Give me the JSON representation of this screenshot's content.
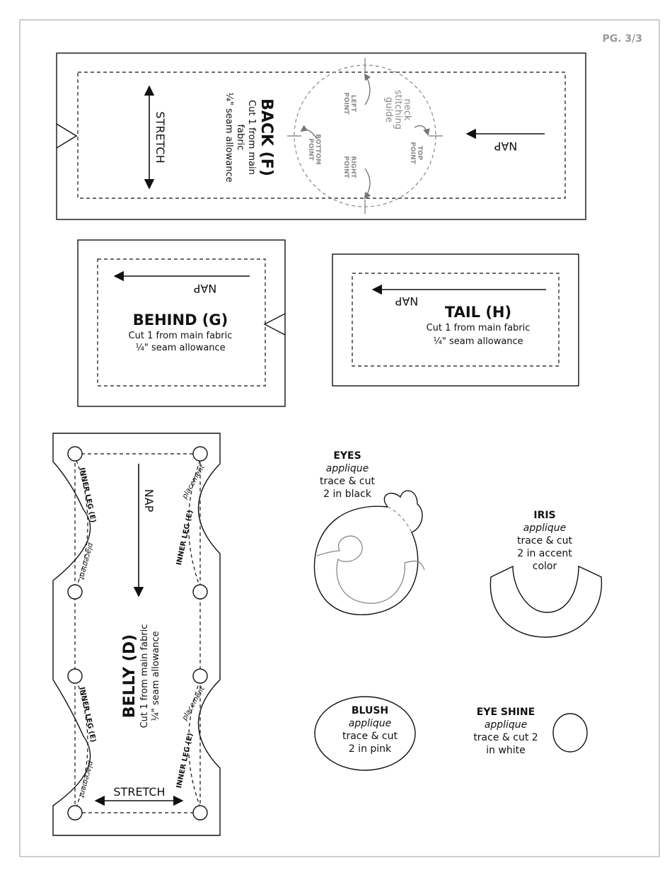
{
  "page": {
    "label": "PG. 3/3"
  },
  "back": {
    "title": "BACK (F)",
    "line1": "Cut 1 from main",
    "line2": "fabric",
    "line3": "¼\" seam allowance",
    "stretch": "STRETCH",
    "nap": "NAP",
    "guide1": "neck",
    "guide2": "stitching",
    "guide3": "guide",
    "left_point1": "LEFT",
    "left_point2": "POINT",
    "right_point1": "RIGHT",
    "right_point2": "POINT",
    "top_point1": "TOP",
    "top_point2": "POINT",
    "bottom_point1": "BOTTOM",
    "bottom_point2": "POINT"
  },
  "behind": {
    "title": "BEHIND (G)",
    "line1": "Cut 1 from main fabric",
    "line2": "¼\" seam allowance",
    "nap": "NAP"
  },
  "tail": {
    "title": "TAIL (H)",
    "line1": "Cut 1 from main fabric",
    "line2": "¼\" seam allowance",
    "nap": "NAP"
  },
  "belly": {
    "title": "BELLY (D)",
    "line1": "Cut 1 from main fabric",
    "line2": "¼\" seam allowance",
    "nap": "NAP",
    "stretch": "STRETCH",
    "inner_leg": "INNER LEG (E)",
    "placement": "placement"
  },
  "eyes": {
    "title": "EYES",
    "style": "applique",
    "line1": "trace & cut",
    "line2": "2 in black"
  },
  "iris": {
    "title": "IRIS",
    "style": "applique",
    "line1": "trace & cut",
    "line2": "2 in accent",
    "line3": "color"
  },
  "blush": {
    "title": "BLUSH",
    "style": "applique",
    "line1": "trace & cut",
    "line2": "2 in pink"
  },
  "eye_shine": {
    "title": "EYE SHINE",
    "style": "applique",
    "line1": "trace & cut 2",
    "line2": "in white"
  }
}
